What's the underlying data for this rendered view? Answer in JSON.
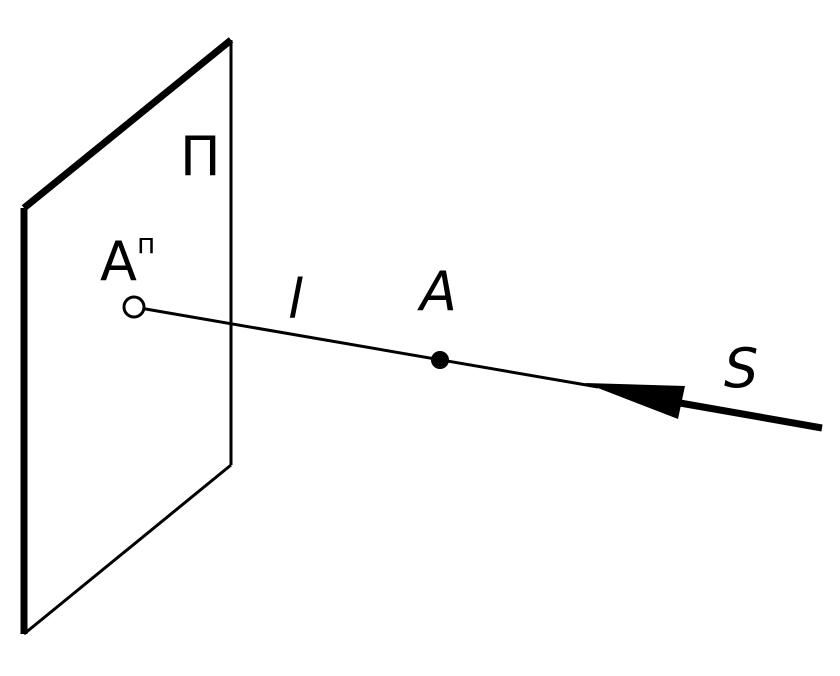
{
  "labels": {
    "plane": "П",
    "projection_point": "A",
    "projection_subscript": "п",
    "line": "l",
    "point": "A",
    "direction": "S"
  },
  "colors": {
    "stroke": "#000000",
    "background": "#ffffff"
  }
}
